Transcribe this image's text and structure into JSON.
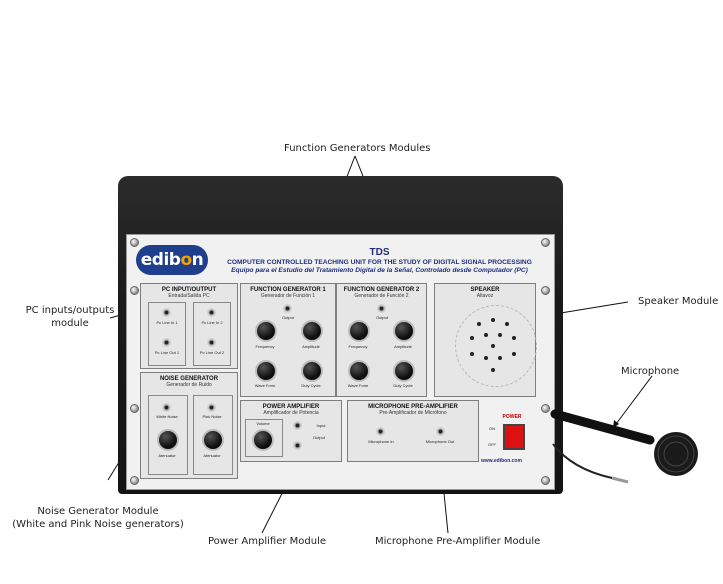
{
  "callouts": {
    "function_generators": "Function Generators Modules",
    "pc_io_line1": "PC inputs/outputs",
    "pc_io_line2": "module",
    "speaker": "Speaker Module",
    "microphone": "Microphone",
    "noise_line1": "Noise Generator Module",
    "noise_line2": "(White and Pink Noise generators)",
    "power_amp": "Power Amplifier Module",
    "mic_preamp": "Microphone Pre-Amplifier Module"
  },
  "device": {
    "brand": "edibon",
    "model": "TDS",
    "title_en": "COMPUTER CONTROLLED TEACHING UNIT FOR THE STUDY OF DIGITAL SIGNAL PROCESSING",
    "title_es": "Equipo para el Estudio del Tratamiento Digital de la Señal, Controlado desde Computador (PC)",
    "url": "www.edibon.com"
  },
  "modules": {
    "pc_io": {
      "title": "PC INPUT/OUTPUT",
      "subtitle": "Entrada/Salida PC",
      "jacks": [
        "Pc Line In 1",
        "Pc Line In 2",
        "Pc Line Out 1",
        "Pc Line Out 2"
      ]
    },
    "fg1": {
      "title": "FUNCTION GENERATOR 1",
      "subtitle": "Generador de Función 1",
      "output": "Output",
      "frequency": "Frequency",
      "amplitude": "Amplitude",
      "wave_form": "Wave Form",
      "duty_cycle": "Duty Cycle"
    },
    "fg2": {
      "title": "FUNCTION GENERATOR 2",
      "subtitle": "Generador de Función 2",
      "output": "Output",
      "frequency": "Frequency",
      "amplitude": "Amplitude",
      "wave_form": "Wave Form",
      "duty_cycle": "Duty Cycle"
    },
    "speaker": {
      "title": "SPEAKER",
      "subtitle": "Altavoz"
    },
    "noise": {
      "title": "NOISE GENERATOR",
      "subtitle": "Generador de Ruido",
      "white": "White Noise",
      "pink": "Pink Noise",
      "attenuator": "Atenuator"
    },
    "power_amp": {
      "title": "POWER AMPLIFIER",
      "subtitle": "Amplificador de Potencia",
      "volume": "Volume",
      "input": "Input",
      "output": "Output"
    },
    "mic_preamp": {
      "title": "MICROPHONE PRE-AMPLIFIER",
      "subtitle": "Pre-Amplificador de Micrófono",
      "mic_in": "Microphone In",
      "mic_out": "Microphone Out"
    },
    "power": {
      "title": "POWER",
      "on": "ON",
      "off": "OFF"
    }
  }
}
